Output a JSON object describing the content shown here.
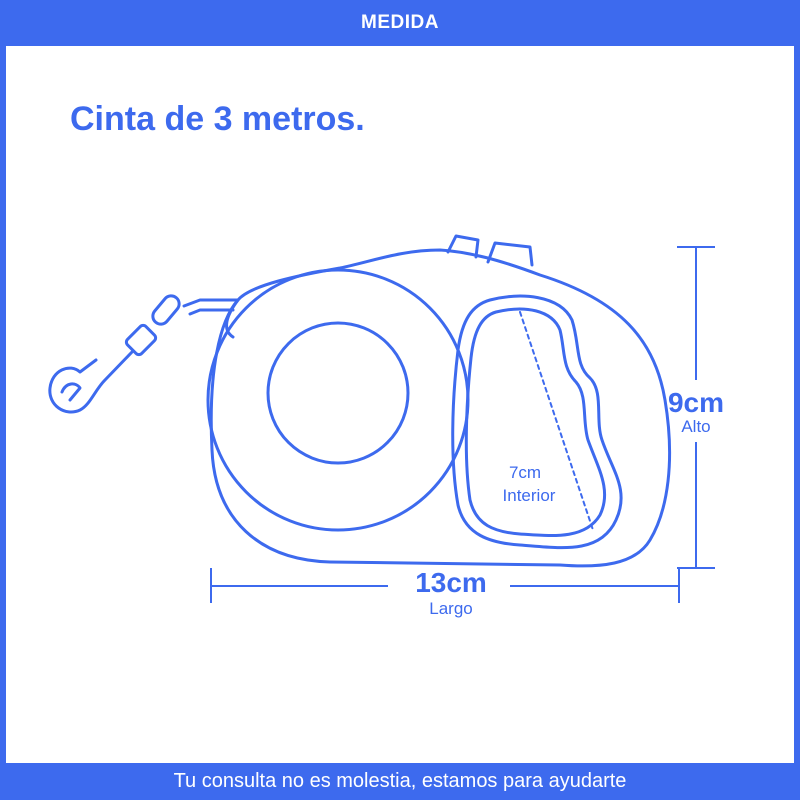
{
  "header": {
    "title": "MEDIDA"
  },
  "product": {
    "title": "Cinta de 3 metros."
  },
  "dimensions": {
    "height_value": "9cm",
    "height_label": "Alto",
    "length_value": "13cm",
    "length_label": "Largo",
    "interior_value": "7cm",
    "interior_label": "Interior"
  },
  "footer": {
    "text": "Tu consulta no es molestia, estamos para ayudarte"
  },
  "colors": {
    "accent": "#3d6aee",
    "background": "#ffffff"
  }
}
